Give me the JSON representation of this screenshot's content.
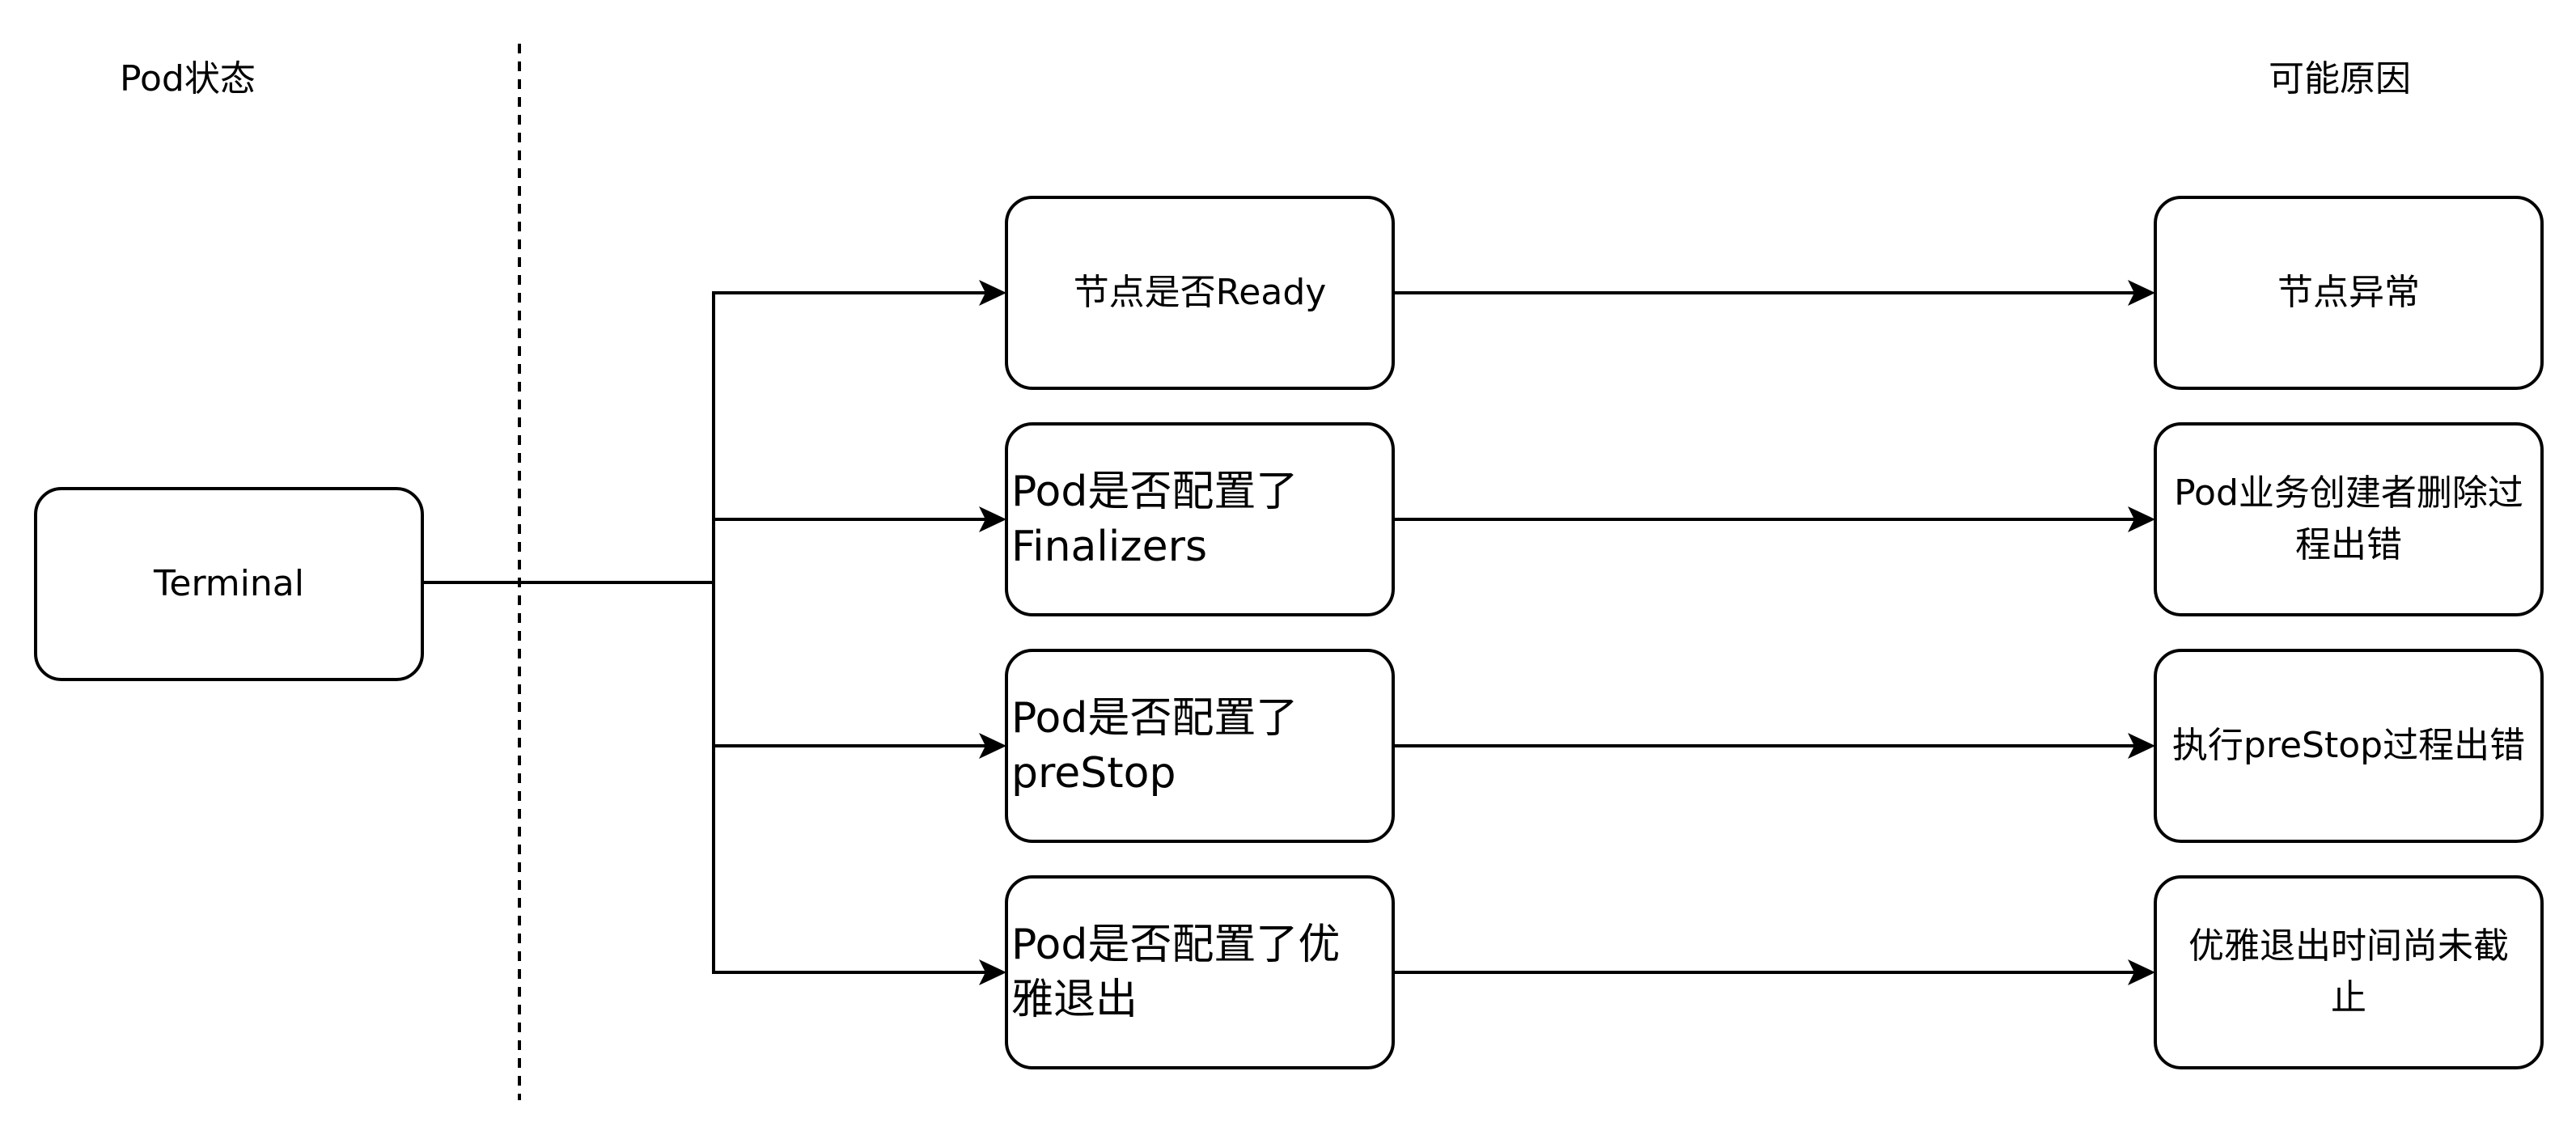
{
  "headers": {
    "left": "Pod状态",
    "right": "可能原因"
  },
  "source_node": {
    "label": "Terminal"
  },
  "checks": [
    {
      "label": "节点是否Ready"
    },
    {
      "label": "Pod是否配置了\nFinalizers"
    },
    {
      "label": "Pod是否配置了\npreStop"
    },
    {
      "label": "Pod是否配置了优\n雅退出"
    }
  ],
  "causes": [
    {
      "label": "节点异常"
    },
    {
      "label": "Pod业务创建者删除过\n程出错"
    },
    {
      "label": "执行preStop过程出错"
    },
    {
      "label": "优雅退出时间尚未截\n止"
    }
  ],
  "colors": {
    "stroke": "#000000",
    "background": "#ffffff"
  }
}
